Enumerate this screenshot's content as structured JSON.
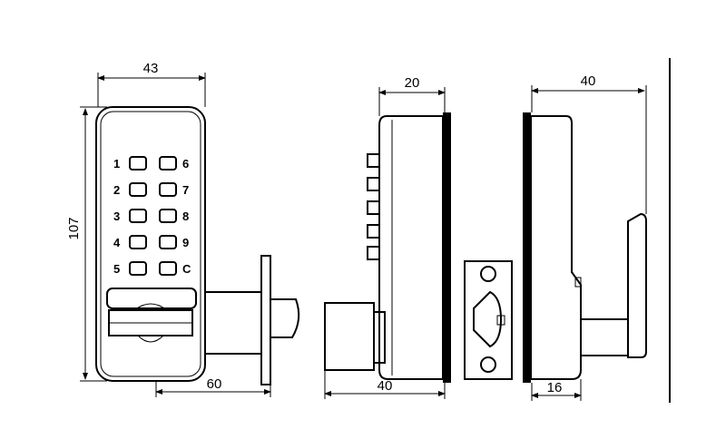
{
  "dimensions": {
    "front_width": "43",
    "front_height": "107",
    "front_depth": "60",
    "side_left_top": "20",
    "side_left_bottom": "40",
    "side_right_top": "40",
    "side_right_bottom": "16"
  },
  "keypad": {
    "left": [
      "1",
      "2",
      "3",
      "4",
      "5"
    ],
    "right": [
      "6",
      "7",
      "8",
      "9",
      "C"
    ]
  }
}
